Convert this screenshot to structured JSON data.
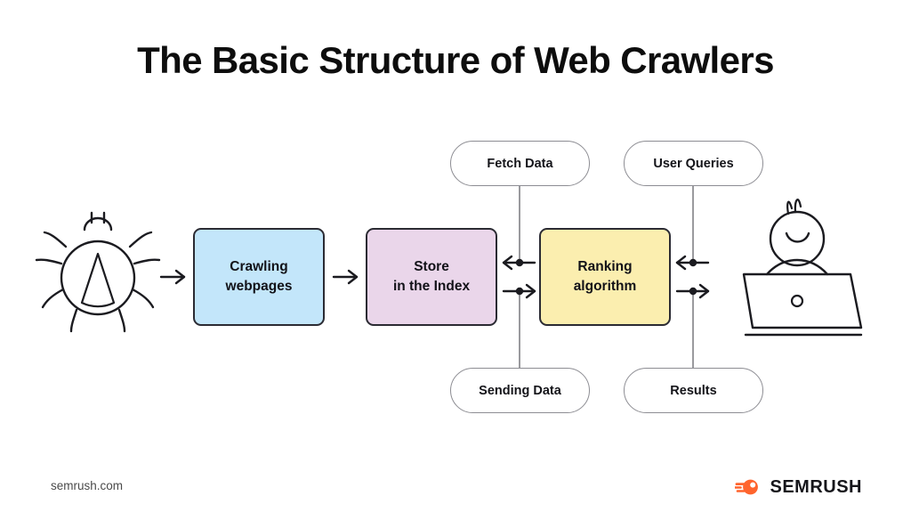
{
  "page": {
    "title": "The Basic Structure of Web Crawlers",
    "background_color": "#ffffff"
  },
  "diagram": {
    "type": "flow-diagram",
    "actors": [
      {
        "name": "spider-crawler-icon",
        "icon": "spider-icon",
        "position": "left-start"
      },
      {
        "name": "user-at-laptop-icon",
        "icon": "person-laptop-icon",
        "position": "right-end"
      }
    ],
    "process_boxes": [
      {
        "id": "crawling",
        "label_line1": "Crawling",
        "label_line2": "webpages",
        "fill_color": "#c3e6fa",
        "border_color": "#2b2b33"
      },
      {
        "id": "store",
        "label_line1": "Store",
        "label_line2": "in the Index",
        "fill_color": "#ead6ea",
        "border_color": "#2b2b33"
      },
      {
        "id": "ranking",
        "label_line1": "Ranking",
        "label_line2": "algorithm",
        "fill_color": "#fbeeaf",
        "border_color": "#2b2b33"
      }
    ],
    "pill_labels": [
      {
        "id": "fetch-data",
        "label": "Fetch Data",
        "position": "top-left-pair"
      },
      {
        "id": "user-queries",
        "label": "User Queries",
        "position": "top-right-pair"
      },
      {
        "id": "sending-data",
        "label": "Sending Data",
        "position": "bottom-left-pair"
      },
      {
        "id": "results",
        "label": "Results",
        "position": "bottom-right-pair"
      }
    ],
    "flow_arrows": [
      {
        "id": "spider-to-crawling",
        "direction": "right"
      },
      {
        "id": "crawling-to-store",
        "direction": "right"
      },
      {
        "id": "ranking-to-store",
        "direction": "left",
        "junction_label": "Fetch Data"
      },
      {
        "id": "store-to-ranking",
        "direction": "right",
        "junction_label": "Sending Data"
      },
      {
        "id": "user-to-ranking",
        "direction": "left",
        "junction_label": "User Queries"
      },
      {
        "id": "ranking-to-user",
        "direction": "right",
        "junction_label": "Results"
      }
    ]
  },
  "footer": {
    "url": "semrush.com",
    "brand_name": "SEMRUSH",
    "brand_color": "#ff642d"
  }
}
